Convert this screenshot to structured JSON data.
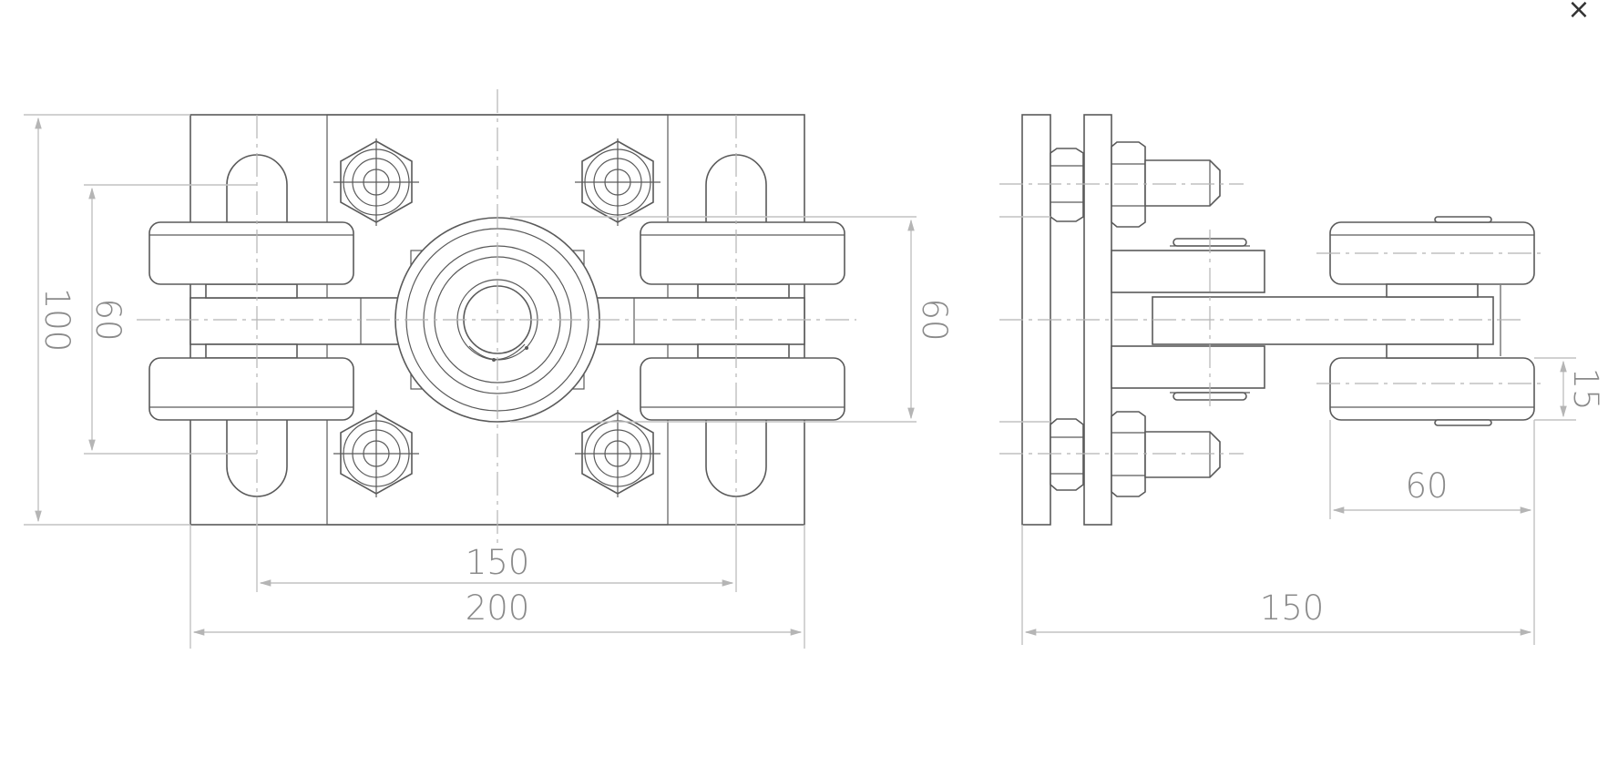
{
  "close_glyph": "×",
  "dimensions": {
    "front_width_overall": "200",
    "front_slot_spacing": "150",
    "front_height_overall": "100",
    "front_slot_height": "60",
    "front_wheel_span": "60",
    "side_depth_overall": "150",
    "side_wheel_offset": "60",
    "side_wheel_gap": "15"
  },
  "colors": {
    "outline": "#5a5a5a",
    "dimension": "#c2c2c2",
    "dimension_text": "#8a8a8a"
  }
}
